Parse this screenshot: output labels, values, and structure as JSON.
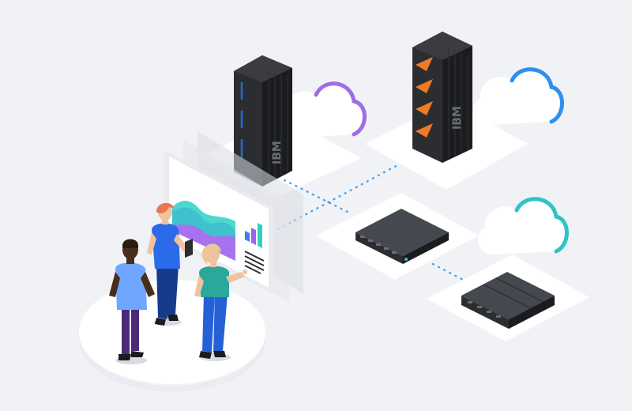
{
  "scene": {
    "rack_left_logo": "IBM",
    "rack_right_logo": "IBM"
  },
  "colors": {
    "background": "#f1f2f6",
    "tile": "#ffffff",
    "rack_body": "#2b2d31",
    "rack_dark": "#1b1c1f",
    "rack_accent_blue": "#1b6fe0",
    "rack_accent_orange": "#f07b27",
    "cloud_purple": "#a06ce8",
    "cloud_blue": "#2f8ef1",
    "cloud_teal": "#2cc4c6",
    "connector_dots": "#4aa3ef",
    "chart_purple": "#9f62ec",
    "chart_teal": "#2dd0c8",
    "chart_blue": "#3a7ef1",
    "person_skin_dark": "#4a2c1c",
    "person_skin_light": "#f0c2a0",
    "shirt_blue": "#6fa6ff",
    "shirt_royal": "#2b6ae8",
    "shirt_teal": "#2aa89b",
    "pants_purple": "#4b2a7a",
    "pants_navy": "#163b8c",
    "pants_blue": "#2561d6",
    "hair_red": "#e8764f",
    "hair_blonde": "#e8c79a"
  },
  "icons": [
    "cloud-icon-purple",
    "cloud-icon-blue",
    "cloud-icon-teal"
  ]
}
